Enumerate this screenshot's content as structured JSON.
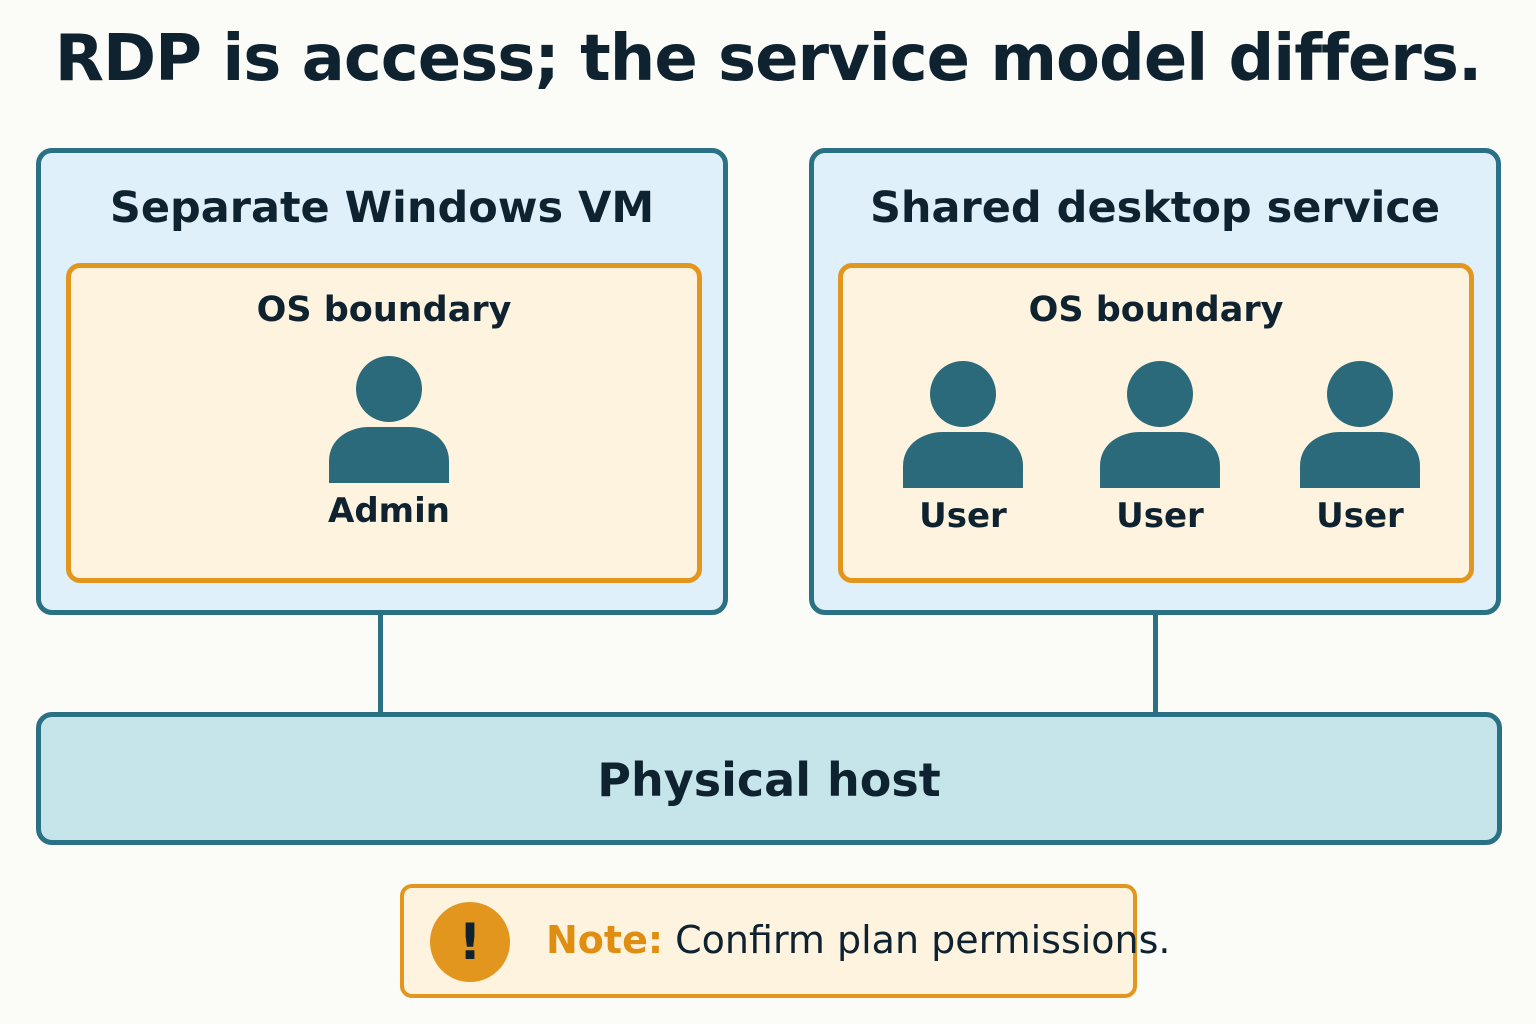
{
  "title": "RDP is access; the service model differs.",
  "colors": {
    "teal_border": "#2b7185",
    "outer_fill": "#dff0fb",
    "orange_border": "#e3961e",
    "inner_fill": "#fdf3df",
    "host_fill": "#c5e5ea",
    "person_icon": "#2b6a7a",
    "text_dark": "#0f2230",
    "note_accent": "#e08e12"
  },
  "left_panel": {
    "title": "Separate Windows VM",
    "boundary_label": "OS boundary",
    "users": [
      {
        "icon": "person-icon",
        "label": "Admin"
      }
    ]
  },
  "right_panel": {
    "title": "Shared desktop service",
    "boundary_label": "OS boundary",
    "users": [
      {
        "icon": "person-icon",
        "label": "User"
      },
      {
        "icon": "person-icon",
        "label": "User"
      },
      {
        "icon": "person-icon",
        "label": "User"
      }
    ]
  },
  "host": {
    "label": "Physical host"
  },
  "note": {
    "icon": "exclamation-icon",
    "icon_glyph": "!",
    "prefix": "Note:",
    "text": "Confirm plan permissions."
  }
}
